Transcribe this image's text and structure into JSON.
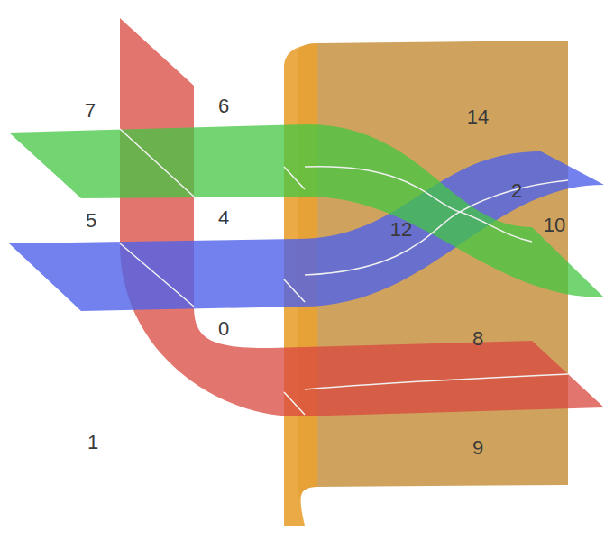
{
  "diagram": {
    "labels": [
      "7",
      "6",
      "14",
      "2",
      "5",
      "4",
      "12",
      "10",
      "0",
      "8",
      "1",
      "9"
    ]
  }
}
